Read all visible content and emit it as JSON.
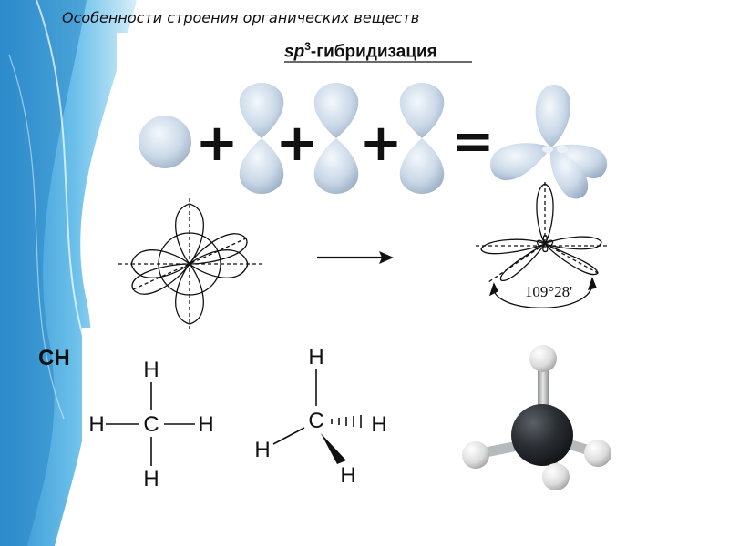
{
  "slide": {
    "title": "Особенности строения органических веществ",
    "heading_italic": "sp",
    "heading_sup": "3",
    "heading_rest": "-гибридизация"
  },
  "orbitals_equation": {
    "operators": [
      "+",
      "+",
      "+",
      "="
    ]
  },
  "angle_label": "109°28'",
  "formula_label": "CH",
  "structural_formula": {
    "top": "H",
    "left": "H",
    "center": "C",
    "right": "H",
    "bottom": "H"
  },
  "wedge_formula": {
    "top": "H",
    "center": "C",
    "left": "H",
    "right": "H",
    "bottom": "H"
  },
  "colors": {
    "background_gradient_edge": "#3aa0d8",
    "orbital_fill": "#c9d8e8",
    "carbon_atom": "#23272b",
    "hydrogen_atom": "#e8e8e8"
  }
}
